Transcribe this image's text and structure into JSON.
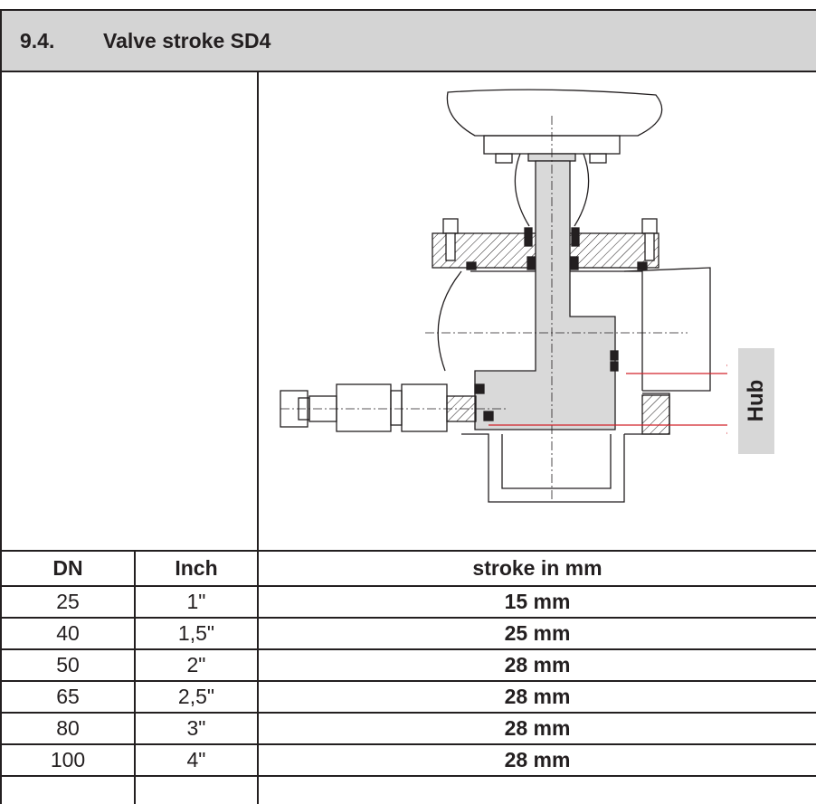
{
  "section": {
    "number": "9.4.",
    "title": "Valve stroke SD4"
  },
  "figure": {
    "label": "Hub"
  },
  "table": {
    "headers": [
      "DN",
      "Inch",
      "stroke in mm"
    ],
    "rows": [
      {
        "dn": "25",
        "inch": "1\"",
        "stroke": "15 mm"
      },
      {
        "dn": "40",
        "inch": "1,5\"",
        "stroke": "25 mm"
      },
      {
        "dn": "50",
        "inch": "2\"",
        "stroke": "28 mm"
      },
      {
        "dn": "65",
        "inch": "2,5\"",
        "stroke": "28 mm"
      },
      {
        "dn": "80",
        "inch": "3\"",
        "stroke": "28 mm"
      },
      {
        "dn": "100",
        "inch": "4\"",
        "stroke": "28 mm"
      }
    ]
  },
  "colors": {
    "header_bg": "#d4d4d4",
    "line": "#231f20",
    "dimension": "#d2232a",
    "hub_bg": "#d7d7d7"
  }
}
